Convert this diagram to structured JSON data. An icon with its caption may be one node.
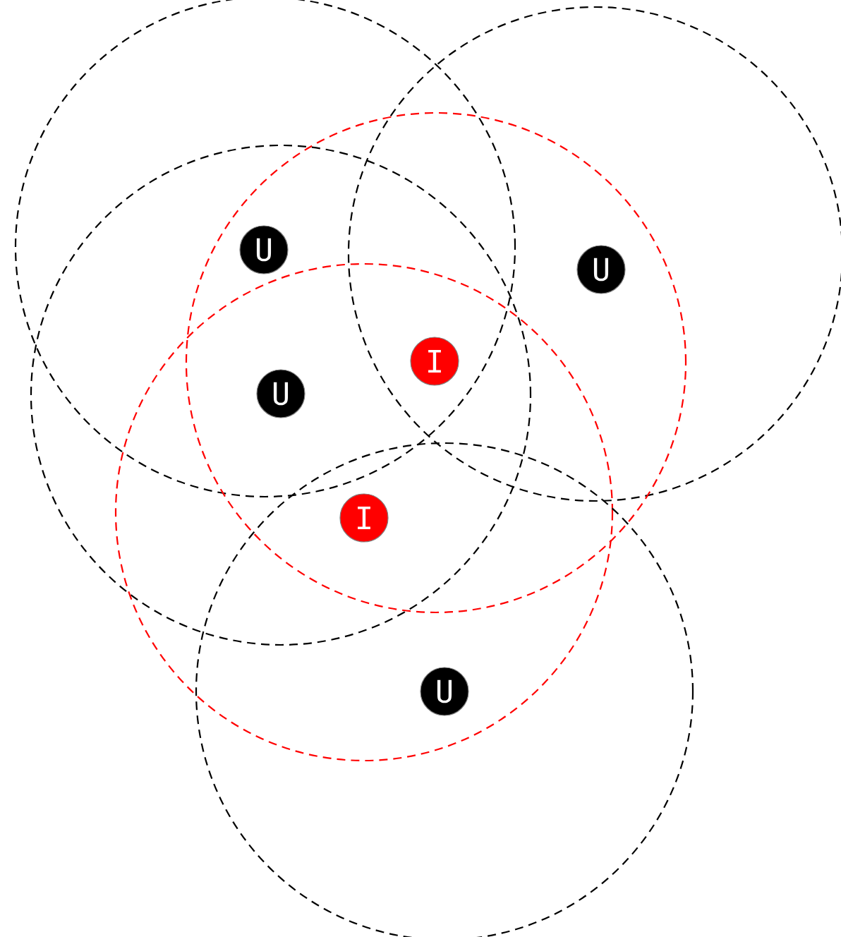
{
  "diagram": {
    "nodes": [
      {
        "text": [
          "U"
        ]
      },
      {
        "text": [
          "U"
        ]
      },
      {
        "text": [
          "I"
        ]
      },
      {
        "text": [
          "U"
        ]
      },
      {
        "text": [
          "I"
        ]
      },
      {
        "text": [
          "U"
        ]
      }
    ]
  }
}
